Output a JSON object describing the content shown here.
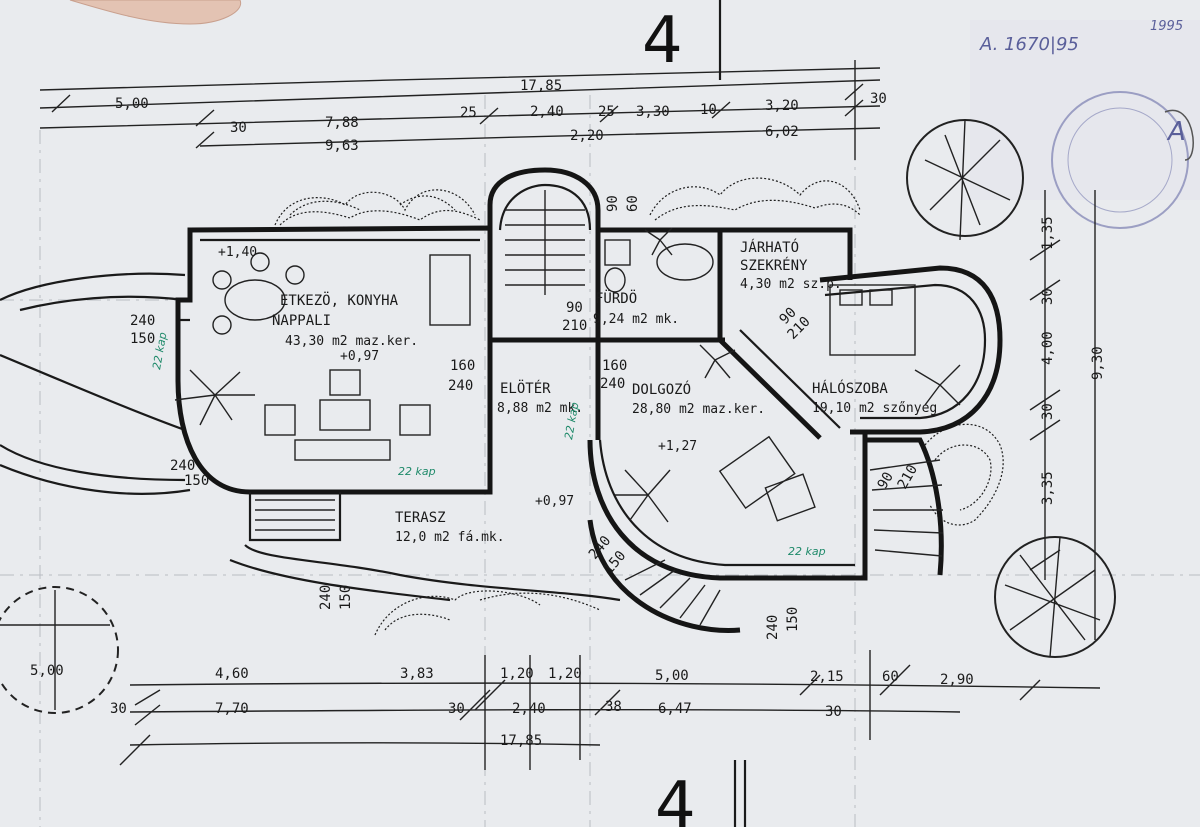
{
  "stamp": {
    "number": "A. 1670|95",
    "letter": "A",
    "year": "1995"
  },
  "north_marks": [
    "4",
    "4"
  ],
  "rooms": {
    "etkezo": "ETKEZÖ, KONYHA",
    "nappali": "NAPPALI",
    "nappali_area": "43,30 m2 maz.ker.",
    "furdo": "FÜRDÖ",
    "furdo_area": "9,24 m2 mk.",
    "jarhato": "JÁRHATÓ",
    "szekreny": "SZEKRÉNY",
    "szekreny_area": "4,30 m2 sz.p.",
    "eloter": "ELÖTÉR",
    "eloter_area": "8,88 m2 mk.",
    "dolgozo": "DOLGOZÓ",
    "dolgozo_area": "28,80 m2 maz.ker.",
    "haloszoba": "HÁLÓSZOBA",
    "haloszoba_area": "19,10 m2 szőnyeg",
    "terasz": "TERASZ",
    "terasz_area": "12,0 m2  fá.mk."
  },
  "heights": {
    "nappali_level": "+0,97",
    "dolgozo_level": "+1,27",
    "eloter_level": "+0,97",
    "etkezo_level": "+1,40"
  },
  "notes": [
    "22 kap",
    "22 kap",
    "22 kap",
    "22 kap"
  ],
  "dims_top": {
    "overall": "17,85",
    "a": "5,00",
    "b": "30",
    "c": "7,88",
    "d": "9,63",
    "e": "25",
    "f": "2,40",
    "g": "25",
    "h": "3,30",
    "i": "10",
    "j": "3,20",
    "k": "30",
    "l": "2,20",
    "m": "6,02"
  },
  "dims_bottom": {
    "a": "4,60",
    "b": "3,83",
    "c": "1,20",
    "d": "1,20",
    "e": "5,00",
    "f": "2,15",
    "g": "60",
    "h": "2,90",
    "i": "30",
    "j": "7,70",
    "k": "30",
    "l": "2,40",
    "m": "38",
    "n": "6,47",
    "o": "30",
    "overall": "17,85"
  },
  "dims_right": {
    "a": "1,35",
    "b": "30",
    "c": "4,00",
    "d": "30",
    "e": "3,35",
    "overall": "9,30"
  },
  "dims_inner": {
    "w1": "240",
    "w2": "150",
    "w3": "240",
    "w4": "150",
    "d1": "160",
    "d2": "240",
    "d3": "160",
    "d4": "240",
    "d5": "90",
    "d6": "210",
    "d7": "90",
    "d8": "60",
    "d9": "240",
    "d10": "150",
    "d11": "240",
    "d12": "150",
    "d13": "90",
    "d14": "210",
    "d15": "90",
    "d16": "210",
    "d17": "240",
    "d18": "150"
  },
  "tree_label": "5,00",
  "colors": {
    "paper": "#e9ebee",
    "ink": "#151515",
    "note_green": "#1f8a6a",
    "stamp_purple": "#5a5f9a"
  }
}
